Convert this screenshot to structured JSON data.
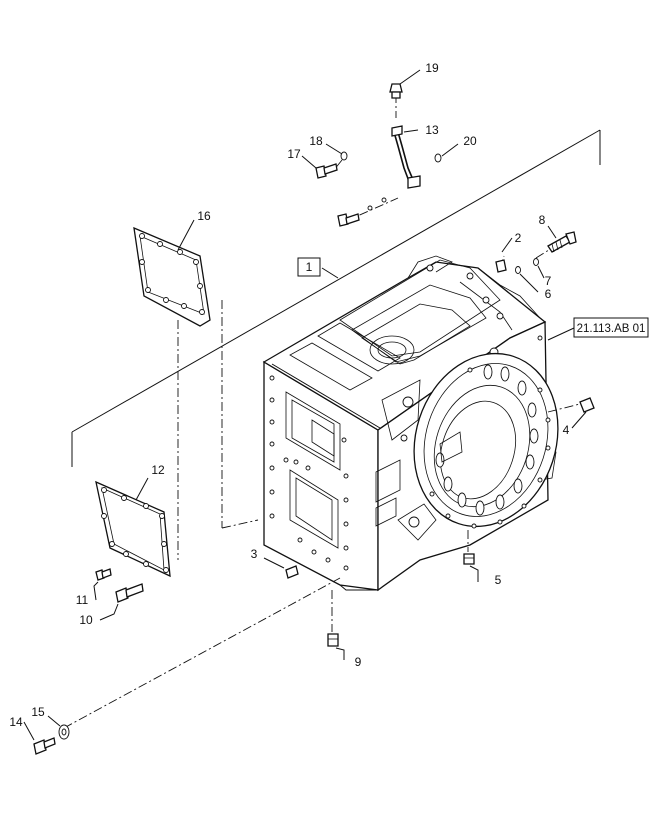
{
  "diagram": {
    "reference_label": "21.113.AB 01",
    "callouts": [
      {
        "id": "c1",
        "label": "1"
      },
      {
        "id": "c2",
        "label": "2"
      },
      {
        "id": "c3",
        "label": "3"
      },
      {
        "id": "c4",
        "label": "4"
      },
      {
        "id": "c5",
        "label": "5"
      },
      {
        "id": "c6",
        "label": "6"
      },
      {
        "id": "c7",
        "label": "7"
      },
      {
        "id": "c8",
        "label": "8"
      },
      {
        "id": "c9",
        "label": "9"
      },
      {
        "id": "c10",
        "label": "10"
      },
      {
        "id": "c11",
        "label": "11"
      },
      {
        "id": "c12",
        "label": "12"
      },
      {
        "id": "c13",
        "label": "13"
      },
      {
        "id": "c14",
        "label": "14"
      },
      {
        "id": "c15",
        "label": "15"
      },
      {
        "id": "c16",
        "label": "16"
      },
      {
        "id": "c17",
        "label": "17"
      },
      {
        "id": "c18",
        "label": "18"
      },
      {
        "id": "c19",
        "label": "19"
      },
      {
        "id": "c20",
        "label": "20"
      }
    ]
  }
}
